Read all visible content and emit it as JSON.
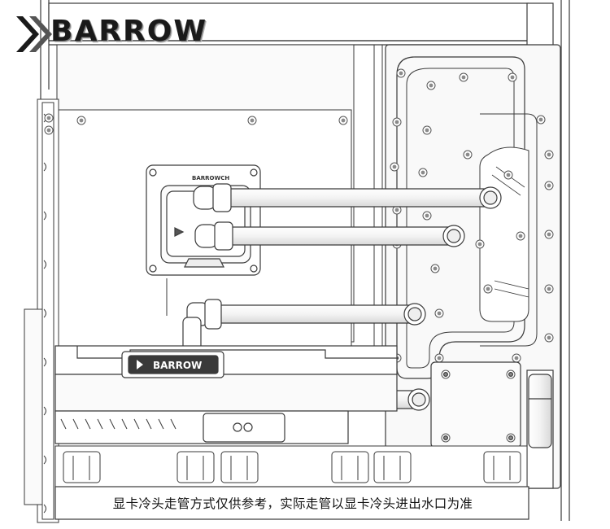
{
  "brand": {
    "logo_text": "BARROW",
    "block_label": "BARROWCH",
    "gpu_block_label": "BARROW"
  },
  "caption": "显卡冷头走管方式仅供参考，实际走管以显卡冷头进出水口为准",
  "colors": {
    "line": "#3a3a3a",
    "fill": "#ffffff",
    "panel": "#f7f7f7",
    "screw": "#9a9a9a"
  }
}
